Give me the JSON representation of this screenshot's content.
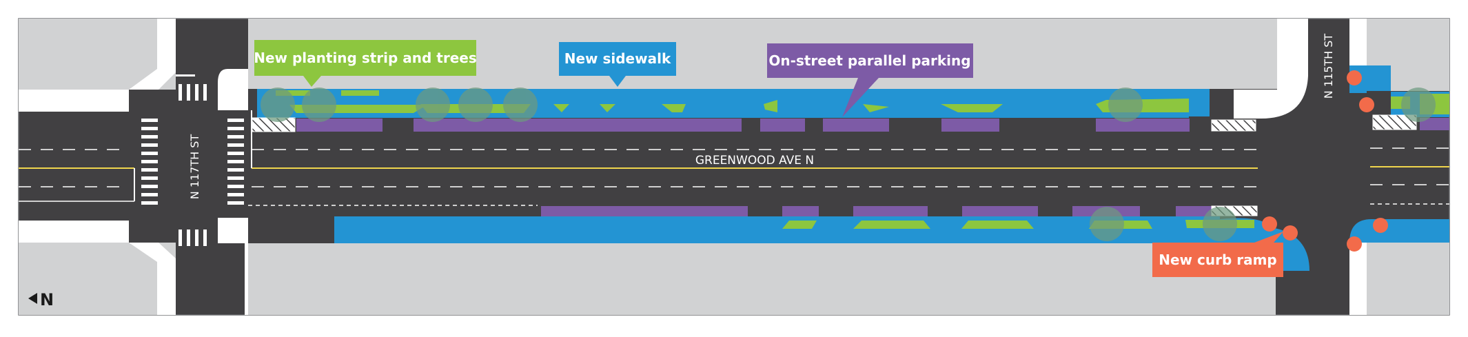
{
  "callouts": {
    "planting": "New planting strip and trees",
    "sidewalk": "New sidewalk",
    "parking": "On-street parallel parking",
    "curb_ramp": "New curb ramp"
  },
  "streets": {
    "main": "GREENWOOD AVE N",
    "west": "N 117TH ST",
    "east": "N 115TH ST"
  },
  "north_label": "N",
  "colors": {
    "sidewalk": "#2394d3",
    "planting": "#8dc63f",
    "parking": "#7d5ba6",
    "curb_ramp": "#f26b4a",
    "roadway": "#414042",
    "block": "#d1d2d3",
    "tree": "#6d9a7f"
  }
}
